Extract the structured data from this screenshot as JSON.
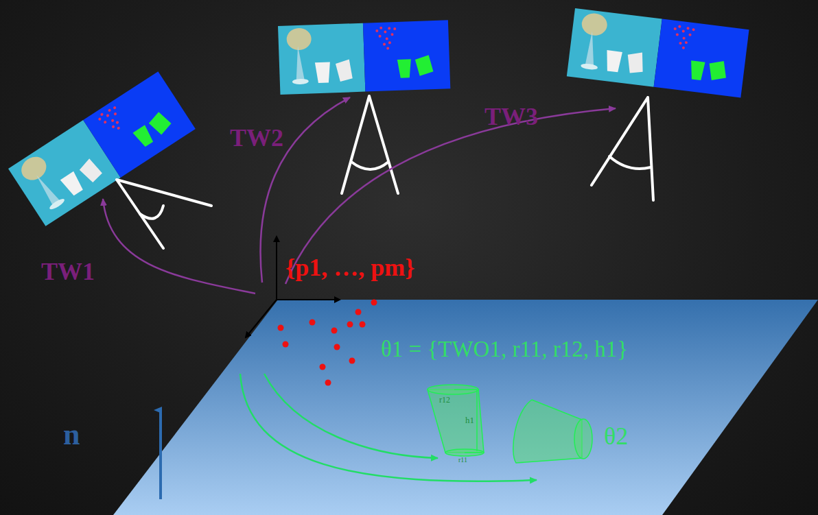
{
  "diagram": {
    "labels": [
      "TW1",
      "TW2",
      "TW3",
      "{p1, …, pm}",
      "θ1 = {TWO1, r11, r12, h1}",
      "θ2",
      "n",
      "r12",
      "h1",
      "r11"
    ]
  }
}
